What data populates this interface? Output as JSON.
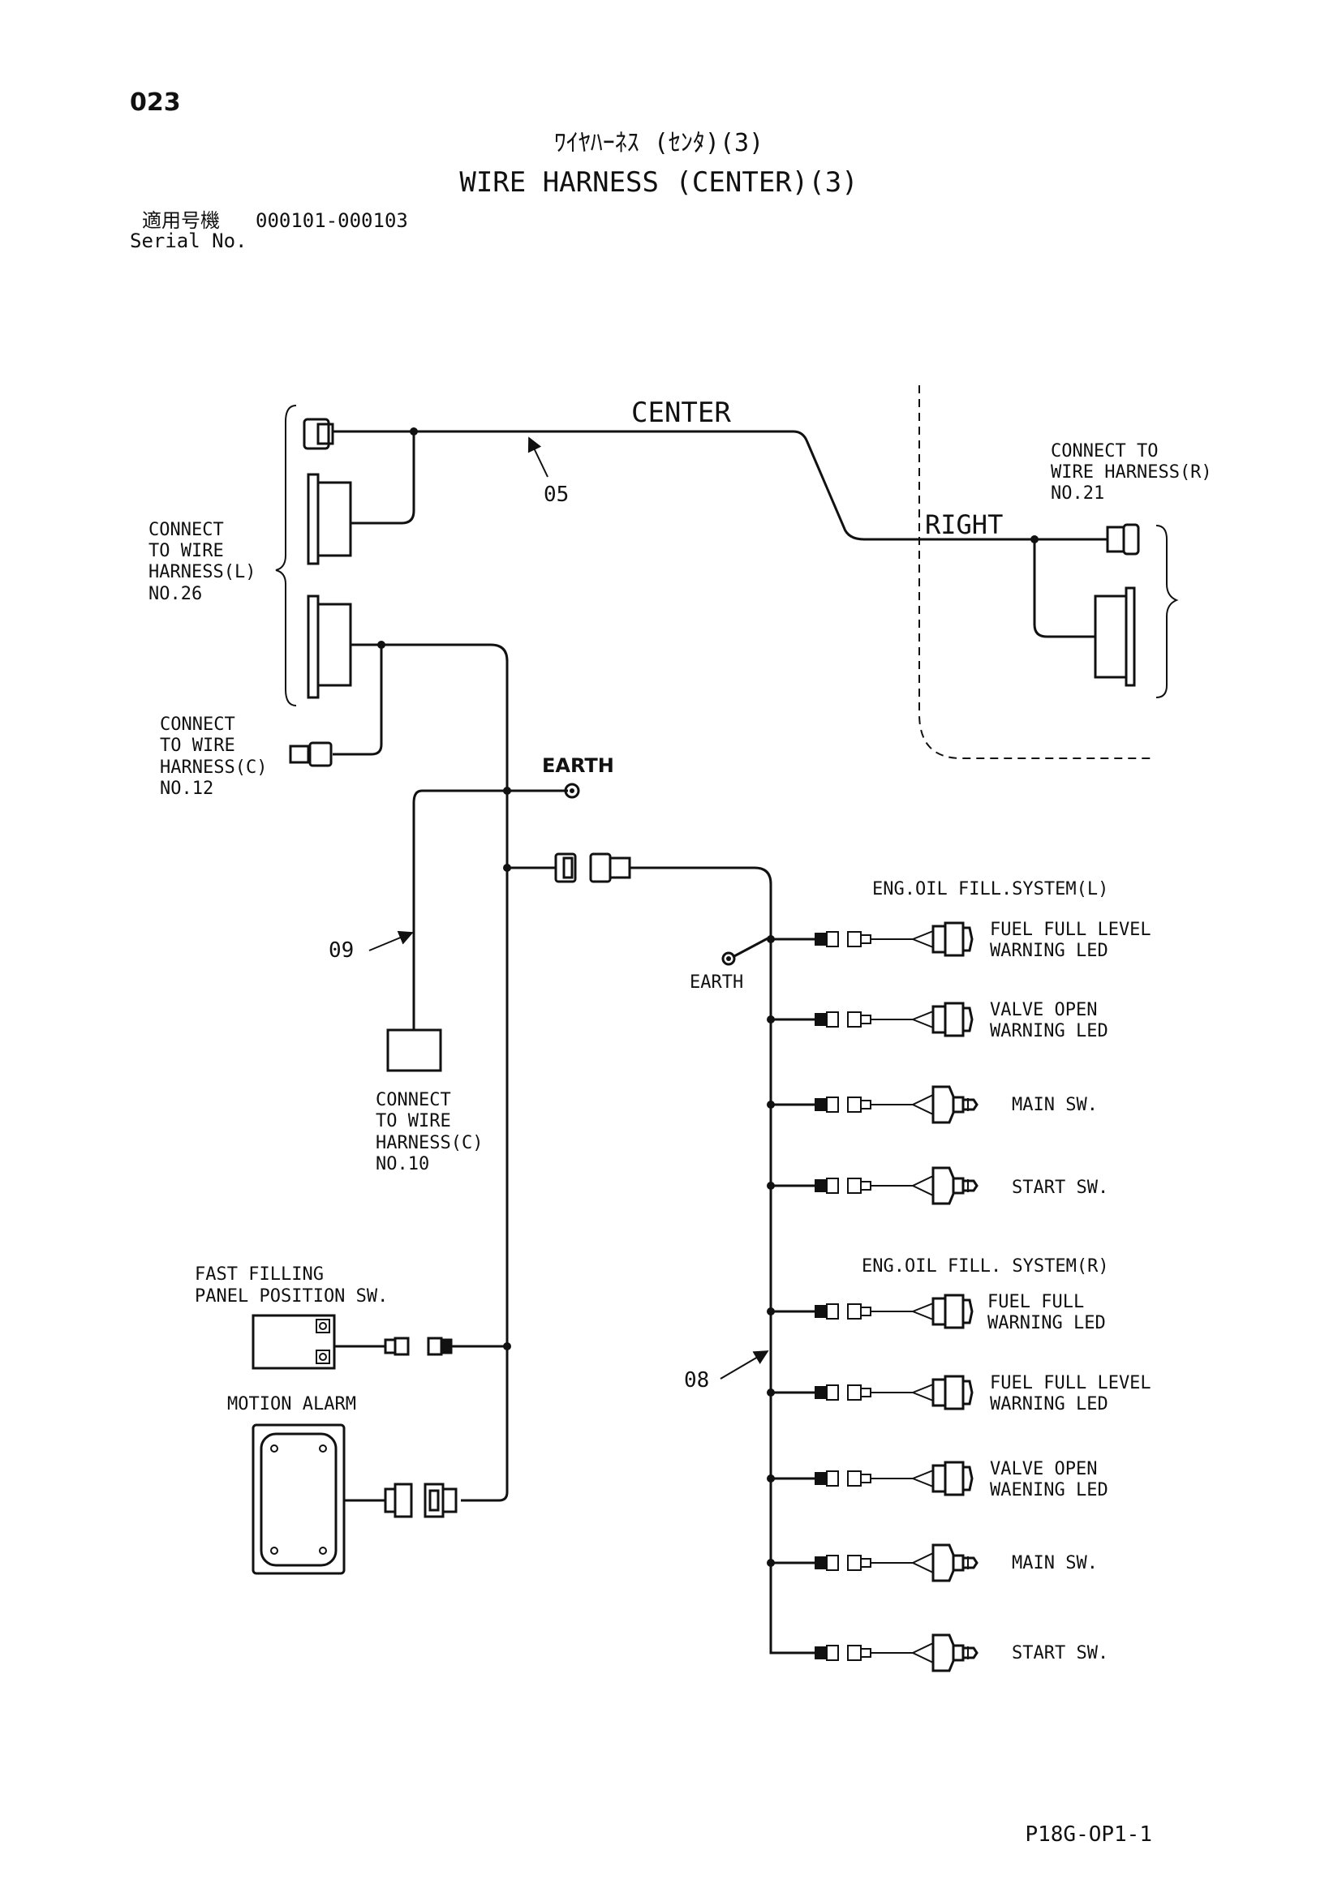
{
  "page": {
    "number": "023",
    "title_jp": "ﾜｲﾔﾊｰﾈｽ (ｾﾝﾀ)(3)",
    "title_en": "WIRE HARNESS (CENTER)(3)",
    "serial_jp": "適用号機",
    "serial_range": "000101-000103",
    "serial_en": "Serial No.",
    "footer_code": "P18G-OP1-1"
  },
  "sections": {
    "center": "CENTER",
    "right": "RIGHT"
  },
  "parts": {
    "p05": "05",
    "p09": "09",
    "p08": "08"
  },
  "connect_labels": {
    "wire_harness_l": [
      "CONNECT",
      "TO WIRE",
      "HARNESS(L)",
      "NO.26"
    ],
    "wire_harness_r": [
      "CONNECT TO",
      "WIRE HARNESS(R)",
      "NO.21"
    ],
    "wire_harness_c12": [
      "CONNECT",
      "TO WIRE",
      "HARNESS(C)",
      "NO.12"
    ],
    "wire_harness_c10": [
      "CONNECT",
      "TO WIRE",
      "HARNESS(C)",
      "NO.10"
    ]
  },
  "earth": {
    "top": "EARTH",
    "mid": "EARTH"
  },
  "systems": {
    "left": "ENG.OIL FILL.SYSTEM(L)",
    "right": "ENG.OIL FILL. SYSTEM(R)"
  },
  "devices": {
    "l1": [
      "FUEL FULL LEVEL",
      "WARNING LED"
    ],
    "l2": [
      "VALVE OPEN",
      "WARNING  LED"
    ],
    "l3": [
      "MAIN SW."
    ],
    "l4": [
      "START SW."
    ],
    "r1": [
      "FUEL FULL",
      "WARNING LED"
    ],
    "r2": [
      "FUEL FULL LEVEL",
      "WARNING LED"
    ],
    "r3": [
      "VALVE OPEN",
      "WAENING LED"
    ],
    "r4": [
      "MAIN SW."
    ],
    "r5": [
      "START SW."
    ]
  },
  "components": {
    "fast_filling": [
      "FAST FILLING",
      "PANEL POSITION SW."
    ],
    "motion_alarm": "MOTION ALARM"
  }
}
